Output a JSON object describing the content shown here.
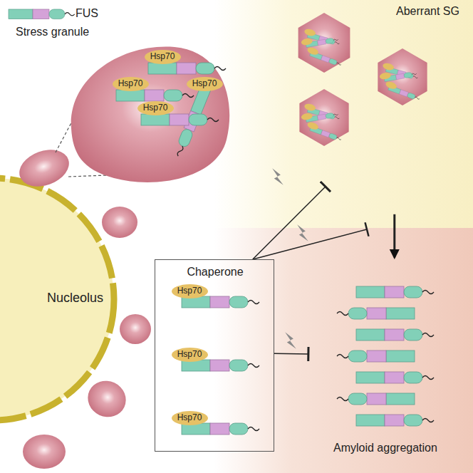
{
  "diagram": {
    "nodes": [
      {
        "text": [
          "Stress granule"
        ]
      },
      {
        "text": [
          "Hsp70"
        ],
        "in": 0
      },
      {
        "text": [
          "Hsp70"
        ],
        "in": 0
      },
      {
        "text": [
          "Hsp70"
        ],
        "in": 0
      },
      {
        "text": [
          "Hsp70"
        ],
        "in": 0
      },
      {
        "text": [
          "Nucleolus"
        ]
      },
      {
        "text": [
          "Aberrant SG"
        ]
      },
      {
        "text": [
          "Amyloid aggregation"
        ]
      },
      {
        "text": [
          "Chaperone"
        ]
      },
      {
        "text": [
          "Hsp70"
        ],
        "in": 8
      },
      {
        "text": [
          "Hsp70"
        ],
        "in": 8
      },
      {
        "text": [
          "Hsp70"
        ],
        "in": 8
      }
    ],
    "edges": [
      {
        "from": 8,
        "to": 6,
        "arrow": "to"
      },
      {
        "from": 8,
        "to": 7,
        "arrow": "to"
      },
      {
        "from": 6,
        "to": 7,
        "arrow": "to"
      }
    ],
    "legend": [
      {
        "text": "FUS"
      }
    ]
  }
}
